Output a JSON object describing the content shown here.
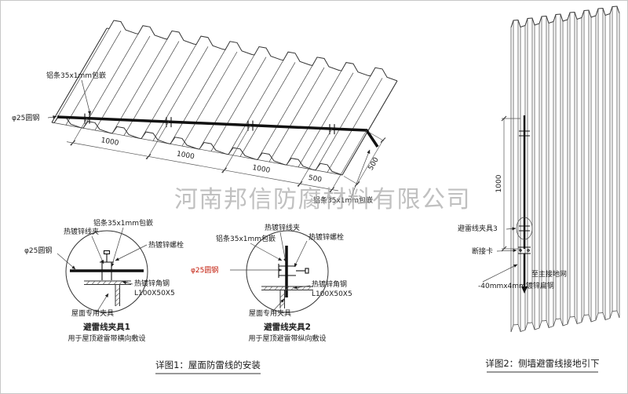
{
  "watermark": {
    "text": "河南邦信防腐材料有限公司"
  },
  "colors": {
    "accent_red": "#c21807",
    "line": "#333333",
    "watermark_gray": "#a8a8a8"
  },
  "roof_view": {
    "label_alu_strip_top": "铝条35x1mm包嵌",
    "label_round_steel": "φ25圆钢",
    "label_alu_strip_right": "铝条35x1mm包嵌",
    "dim_seg_1": "1000",
    "dim_seg_2": "1000",
    "dim_seg_3": "1000",
    "dim_seg_4": "500",
    "dim_edge": "500"
  },
  "detail_1": {
    "label_wire_clip": "热镀锌线夹",
    "label_alu_strip": "铝条35x1mm包嵌",
    "label_bolt": "热镀锌螺栓",
    "label_round_steel": "φ25圆钢",
    "label_angle_steel": "热镀锌角钢",
    "label_angle_spec": "L100X50X5",
    "label_roof_clamp": "屋面专用夹具",
    "title": "避雷线夹具1",
    "subtitle": "用于屋顶避雷带横向敷设"
  },
  "detail_2": {
    "label_wire_clip": "热镀锌线夹",
    "label_alu_strip": "铝条35x1mm包嵌",
    "label_bolt": "热镀锌螺栓",
    "label_round_steel": "φ25圆钢",
    "label_angle_steel": "热镀锌角钢",
    "label_angle_spec": "L100X50X5",
    "label_roof_clamp": "屋面专用夹具",
    "title": "避雷线夹具2",
    "subtitle": "用于屋顶避雷带纵向敷设"
  },
  "wall_view": {
    "dim_height": "1000",
    "label_clamp_3": "避雷线夹具3",
    "label_disconnect_card": "断接卡",
    "label_to_main_ground": "至主接地网",
    "label_flat_steel": "-40mmx4mm镀锌扁钢"
  },
  "captions": {
    "detail_1": "详图1：屋面防雷线的安装",
    "detail_2": "详图2：侧墙避雷线接地引下"
  }
}
